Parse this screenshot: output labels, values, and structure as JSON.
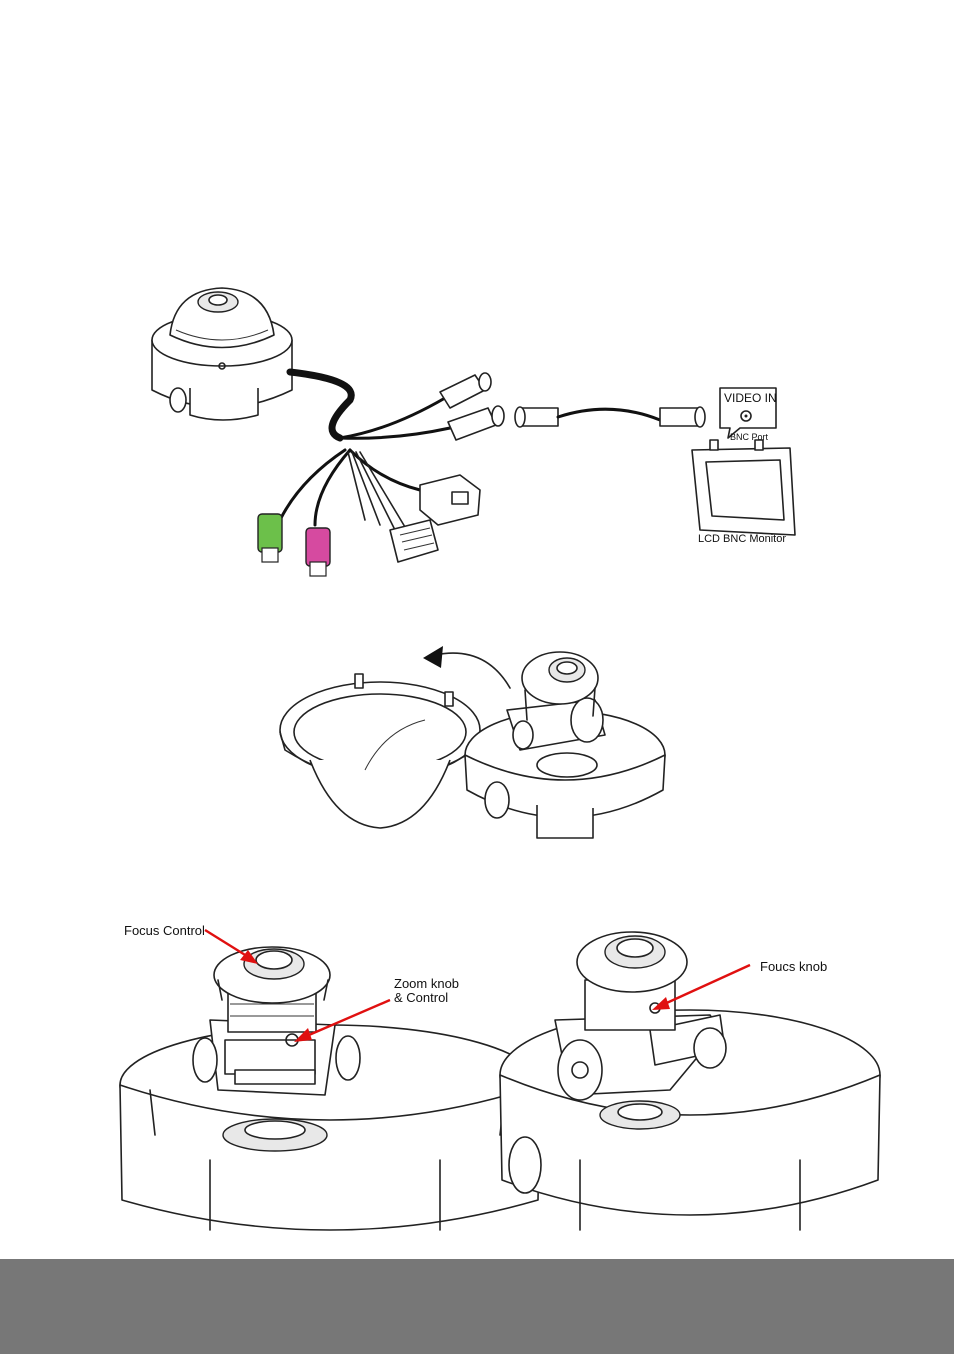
{
  "figure1": {
    "video_in_label": "VIDEO IN",
    "bnc_port_label": "BNC Port",
    "monitor_label": "LCD BNC Monitor"
  },
  "figure3": {
    "focus_control_label": "Focus Control",
    "zoom_label_line1": "Zoom knob",
    "zoom_label_line2": "& Control",
    "focus_knob_label": "Foucs knob"
  },
  "colors": {
    "footer": "#777777",
    "arrow": "#e01010",
    "green_connector": "#6cc04a",
    "pink_connector": "#d64aa0"
  }
}
